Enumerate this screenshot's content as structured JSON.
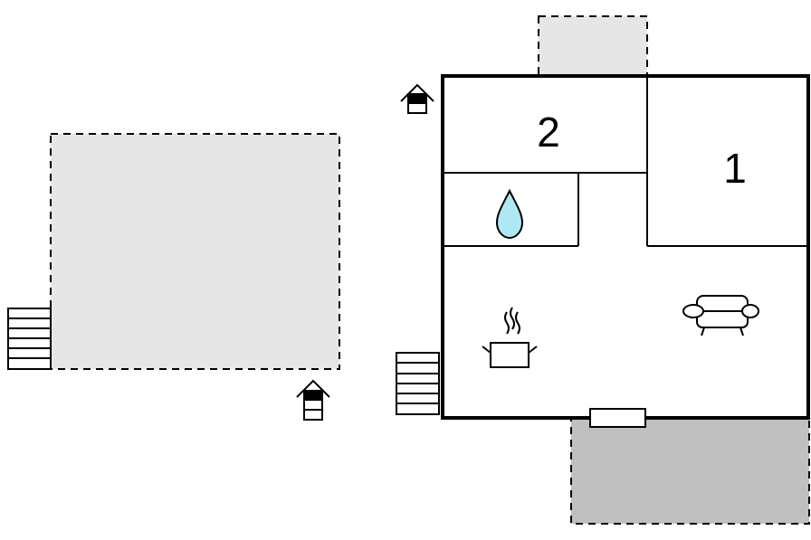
{
  "floorplan": {
    "rooms": [
      {
        "id": "bedroom-2",
        "label": "2"
      },
      {
        "id": "bedroom-1",
        "label": "1"
      }
    ],
    "icons": [
      "entrance-icon",
      "water-drop-icon",
      "cooking-pot-icon",
      "sofa-icon",
      "steps-icon",
      "window-icon"
    ],
    "colors": {
      "wall": "#000000",
      "terrace_light": "#e6e6e6",
      "terrace_dark": "#c0c0c0",
      "water": "#aee8f2",
      "background": "#ffffff"
    }
  }
}
